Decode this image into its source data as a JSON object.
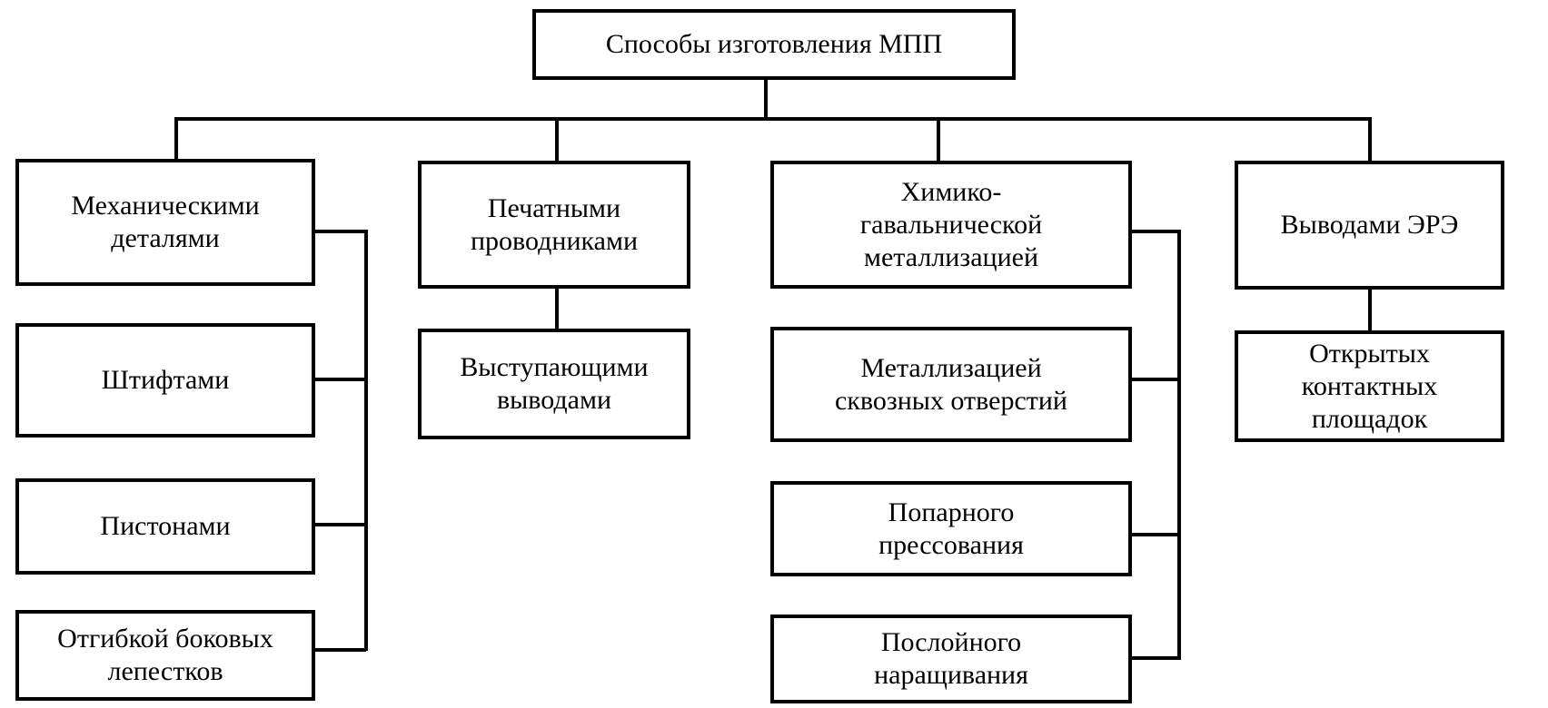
{
  "diagram": {
    "root": {
      "label": "Способы изготовления МПП"
    },
    "branches": [
      {
        "label": "Механическими\nдеталями",
        "children": [
          "Штифтами",
          "Пистонами",
          "Отгибкой боковых\nлепестков"
        ]
      },
      {
        "label": "Печатными\nпроводниками",
        "children": [
          "Выступающими\nвыводами"
        ]
      },
      {
        "label": "Химико-\nгавальнической\nметаллизацией",
        "children": [
          "Металлизацией\nсквозных отверстий",
          "Попарного\nпрессования",
          "Послойного\nнаращивания"
        ]
      },
      {
        "label": "Выводами ЭРЭ",
        "children": [
          "Открытых\nконтактных\nплощадок"
        ]
      }
    ]
  }
}
